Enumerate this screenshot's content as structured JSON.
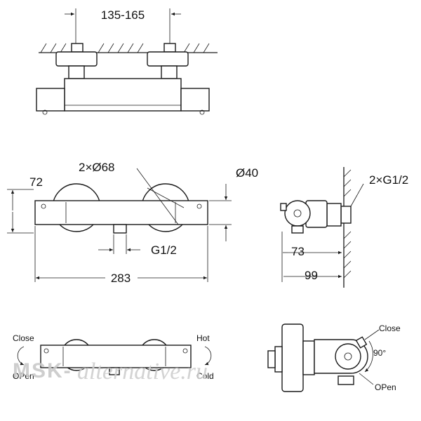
{
  "dimensions": {
    "spacing": "135-165",
    "height": "72",
    "knob_diameter": "2×Ø68",
    "outlet_diameter": "Ø40",
    "outlet_thread": "G1/2",
    "length": "283",
    "inlet_thread": "2×G1/2",
    "depth_body": "73",
    "depth_total": "99",
    "rotation_angle": "90°"
  },
  "labels": {
    "left_close": "Close",
    "left_open": "OPen",
    "right_hot": "Hot",
    "right_cold": "Cold",
    "side_close": "Close",
    "side_open": "OPen"
  },
  "watermark": {
    "text": "MSK-",
    "script": "alternative.ru"
  }
}
